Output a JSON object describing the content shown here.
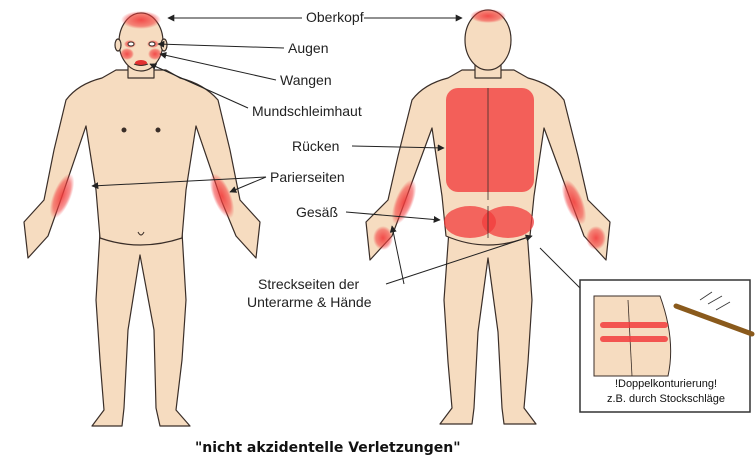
{
  "labels": {
    "oberkopf": "Oberkopf",
    "augen": "Augen",
    "wangen": "Wangen",
    "mundschleimhaut": "Mundschleimhaut",
    "ruecken": "Rücken",
    "parierseiten": "Parierseiten",
    "gesaess": "Gesäß",
    "streckseiten_line1": "Streckseiten der",
    "streckseiten_line2": "Unterarme & Hände"
  },
  "inset": {
    "line1": "!Doppelkonturierung!",
    "line2": "z.B. durch Stockschläge"
  },
  "caption": "\"nicht akzidentelle Verletzungen\"",
  "colors": {
    "skin": "#f6dcc0",
    "outline": "#3a2e28",
    "injury": "#f23c3c",
    "stick": "#8a5a1c",
    "arrow": "#222222"
  }
}
